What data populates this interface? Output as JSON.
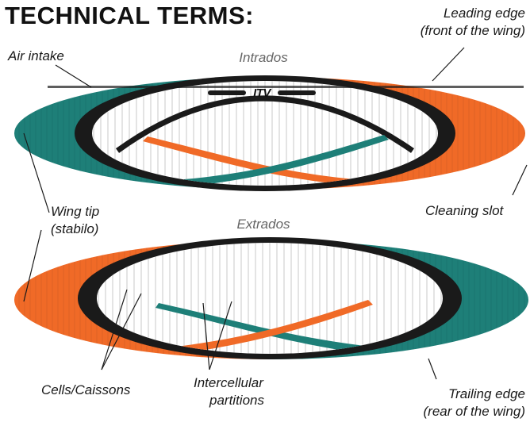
{
  "title": "TECHNICAL TERMS:",
  "brand_logo": "ITV",
  "colors": {
    "teal": "#1e7f78",
    "orange": "#f06a27",
    "outline": "#1a1a1a",
    "cell_line": "#bdbdbd",
    "grey_text": "#666666"
  },
  "views": {
    "top": "Intrados",
    "bottom": "Extrados"
  },
  "labels": {
    "air_intake": "Air intake",
    "leading_edge_1": "Leading edge",
    "leading_edge_2": "(front of the wing)",
    "wing_tip_1": "Wing tip",
    "wing_tip_2": "(stabilo)",
    "cleaning_slot": "Cleaning slot",
    "cells": "Cells/Caissons",
    "partitions_1": "Intercellular",
    "partitions_2": "partitions",
    "trailing_edge_1": "Trailing edge",
    "trailing_edge_2": "(rear of the wing)"
  }
}
